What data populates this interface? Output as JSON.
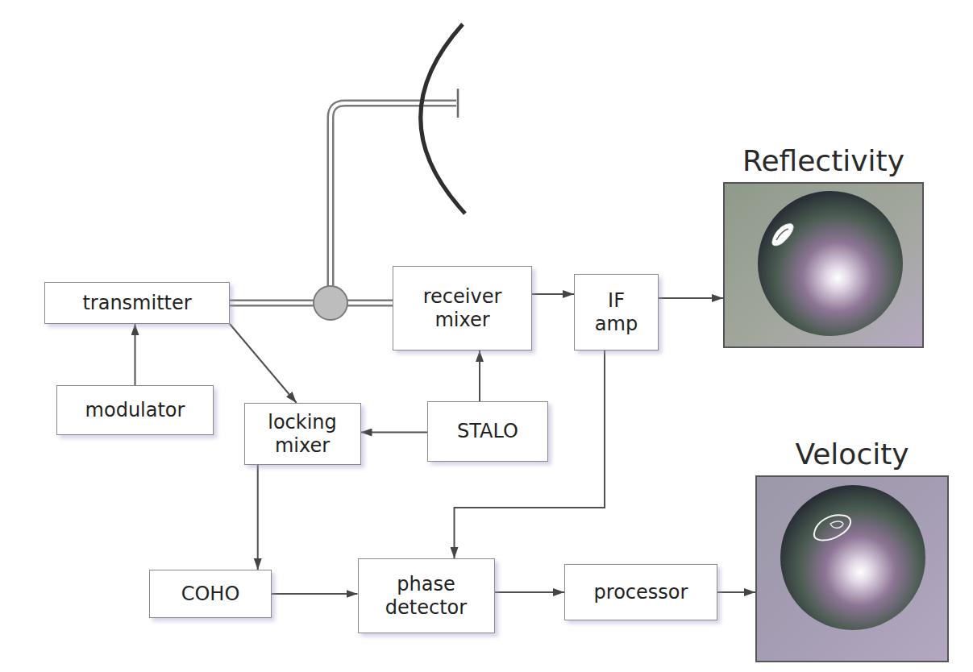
{
  "diagram": {
    "nodes": [
      {
        "text": [
          "Reflectivity"
        ]
      },
      {
        "text": [
          "transmitter"
        ]
      },
      {
        "text": [
          "receiver mixer"
        ]
      },
      {
        "text": [
          "IF amp"
        ]
      },
      {
        "text": [
          "modulator"
        ]
      },
      {
        "text": [
          "locking mixer"
        ]
      },
      {
        "text": [
          "STALO"
        ]
      },
      {
        "text": [
          "Velocity"
        ]
      },
      {
        "text": [
          "COHO"
        ]
      },
      {
        "text": [
          "phase detector"
        ]
      },
      {
        "text": [
          "processor"
        ]
      }
    ],
    "edges": [
      {
        "from": 4,
        "to": 1,
        "arrow": "to"
      },
      {
        "from": 1,
        "to": 2,
        "arrow": "none"
      },
      {
        "from": 1,
        "to": 5,
        "arrow": "to"
      },
      {
        "from": 2,
        "to": 3,
        "arrow": "to"
      },
      {
        "from": 6,
        "to": 2,
        "arrow": "to"
      },
      {
        "from": 6,
        "to": 5,
        "arrow": "to"
      },
      {
        "from": 3,
        "to": 0,
        "arrow": "to"
      },
      {
        "from": 3,
        "to": 9,
        "arrow": "to"
      },
      {
        "from": 5,
        "to": 8,
        "arrow": "to"
      },
      {
        "from": 8,
        "to": 9,
        "arrow": "to"
      },
      {
        "from": 9,
        "to": 10,
        "arrow": "to"
      },
      {
        "from": 10,
        "to": 7,
        "arrow": "to"
      }
    ]
  }
}
